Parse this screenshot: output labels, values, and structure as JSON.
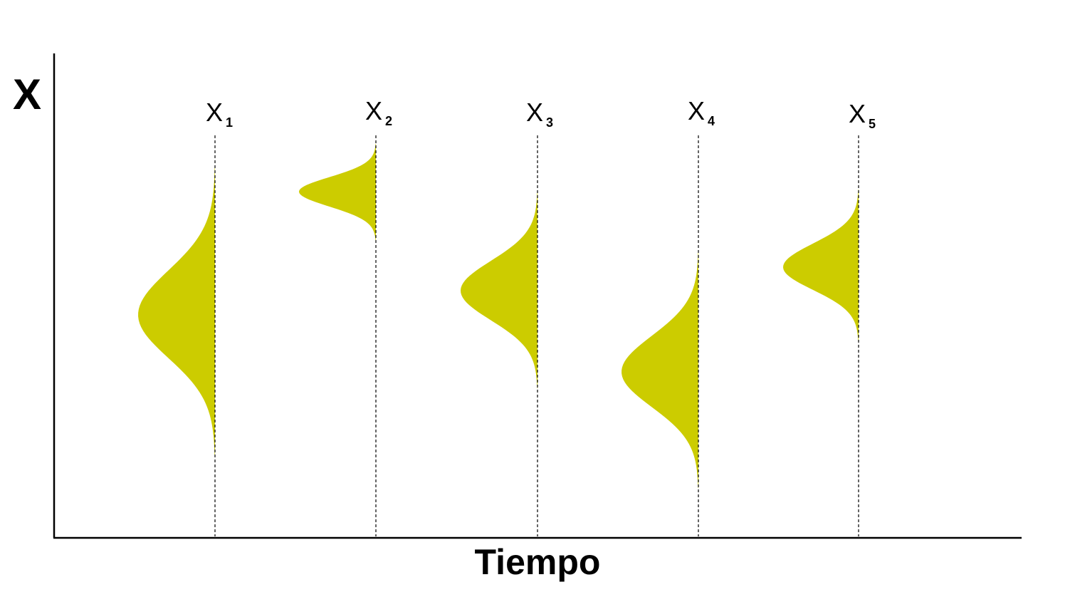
{
  "axes": {
    "y_label": "X",
    "x_label": "Tiempo"
  },
  "colors": {
    "fill": "#cccc00",
    "ink": "#000000"
  },
  "variables": [
    {
      "base": "X",
      "sub": "1"
    },
    {
      "base": "X",
      "sub": "2"
    },
    {
      "base": "X",
      "sub": "3"
    },
    {
      "base": "X",
      "sub": "4"
    },
    {
      "base": "X",
      "sub": "5"
    }
  ]
}
